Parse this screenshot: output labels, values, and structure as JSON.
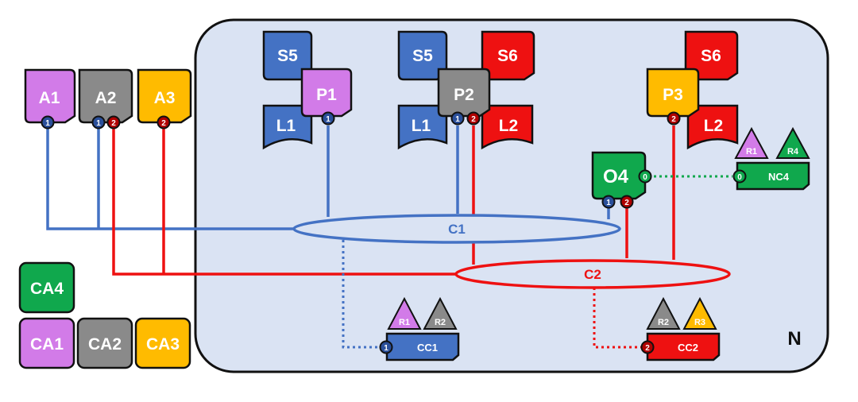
{
  "colors": {
    "purple": "#d27be8",
    "gray": "#8a8a8a",
    "orange": "#ffbb00",
    "green": "#10a84d",
    "blue": "#4472c4",
    "dark_blue": "#2a4f9a",
    "red": "#ee1111",
    "dark_red": "#b00000",
    "network_fill": "#dae3f3",
    "badge_navy": "#1f3a6d"
  },
  "network": {
    "label": "N"
  },
  "agents": [
    {
      "label": "A1"
    },
    {
      "label": "A2"
    },
    {
      "label": "A3"
    }
  ],
  "processes": [
    {
      "label": "P1"
    },
    {
      "label": "P2"
    },
    {
      "label": "P3"
    }
  ],
  "observer": {
    "label": "O4"
  },
  "services": [
    {
      "label": "S5"
    },
    {
      "label": "S5"
    },
    {
      "label": "S6"
    },
    {
      "label": "S6"
    }
  ],
  "ledgers": [
    {
      "label": "L1"
    },
    {
      "label": "L1"
    },
    {
      "label": "L2"
    },
    {
      "label": "L2"
    }
  ],
  "channels": [
    {
      "label": "C1"
    },
    {
      "label": "C2"
    }
  ],
  "channel_configs": [
    {
      "label": "CC1",
      "port": "1",
      "roles": [
        "R1",
        "R2"
      ]
    },
    {
      "label": "CC2",
      "port": "2",
      "roles": [
        "R2",
        "R3"
      ]
    }
  ],
  "network_config": {
    "label": "NC4",
    "port": "0",
    "roles": [
      "R1",
      "R4"
    ]
  },
  "cas": [
    {
      "label": "CA4"
    },
    {
      "label": "CA1"
    },
    {
      "label": "CA2"
    },
    {
      "label": "CA3"
    }
  ],
  "port_labels": {
    "p0": "0",
    "p1": "1",
    "p2": "2"
  }
}
